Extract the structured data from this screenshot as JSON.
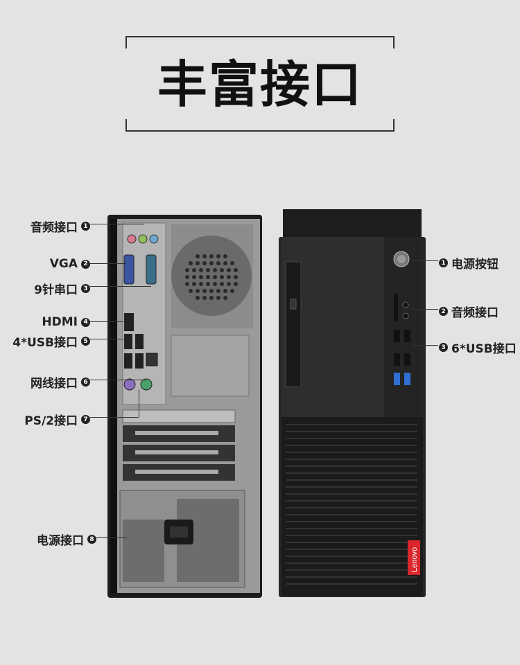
{
  "title": "丰富接口",
  "back_callouts": [
    {
      "label": "音频接口",
      "num": "1"
    },
    {
      "label": "VGA",
      "num": "2"
    },
    {
      "label": "9针串口",
      "num": "3"
    },
    {
      "label": "HDMI",
      "num": "4"
    },
    {
      "label": "4*USB接口",
      "num": "5"
    },
    {
      "label": "网线接口",
      "num": "6"
    },
    {
      "label": "PS/2接口",
      "num": "7"
    },
    {
      "label": "电源接口",
      "num": "8"
    }
  ],
  "front_callouts": [
    {
      "label": "电源按钮",
      "num": "1"
    },
    {
      "label": "音频接口",
      "num": "2"
    },
    {
      "label": "6*USB接口",
      "num": "3"
    }
  ],
  "brand": "Lenovo",
  "colors": {
    "background": "#e3e3e3",
    "case": "#2a2a2a",
    "brand_red": "#d9262c"
  }
}
